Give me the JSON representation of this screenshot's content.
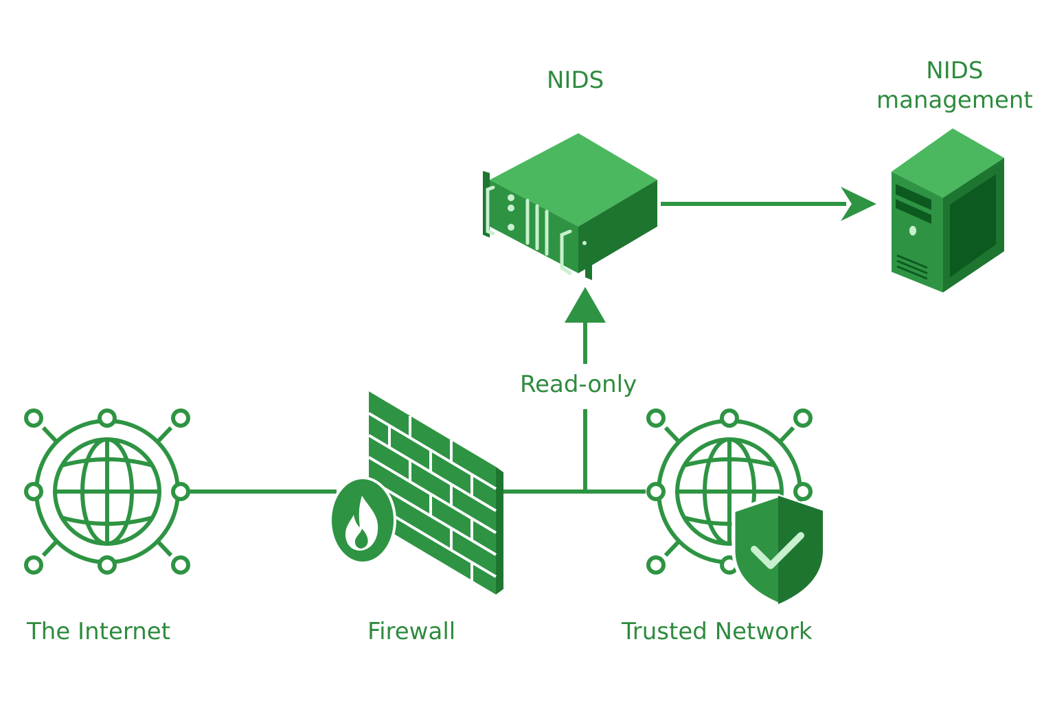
{
  "colors": {
    "primary": "#2e9443",
    "light": "#4bb85f",
    "dark": "#1e7530",
    "darker": "#0d5a20",
    "highlight": "#c8f0cf",
    "text": "#2e8b3e"
  },
  "nodes": {
    "internet": {
      "label": "The Internet",
      "icon": "globe-network-icon"
    },
    "firewall": {
      "label": "Firewall",
      "icon": "brick-wall-fire-icon"
    },
    "trusted": {
      "label": "Trusted Network",
      "icon": "globe-network-shield-icon"
    },
    "nids": {
      "label": "NIDS",
      "icon": "rack-server-icon"
    },
    "mgmt": {
      "label_line1": "NIDS",
      "label_line2": "management",
      "icon": "tower-server-icon"
    }
  },
  "edges": {
    "tap_label": "Read-only"
  }
}
